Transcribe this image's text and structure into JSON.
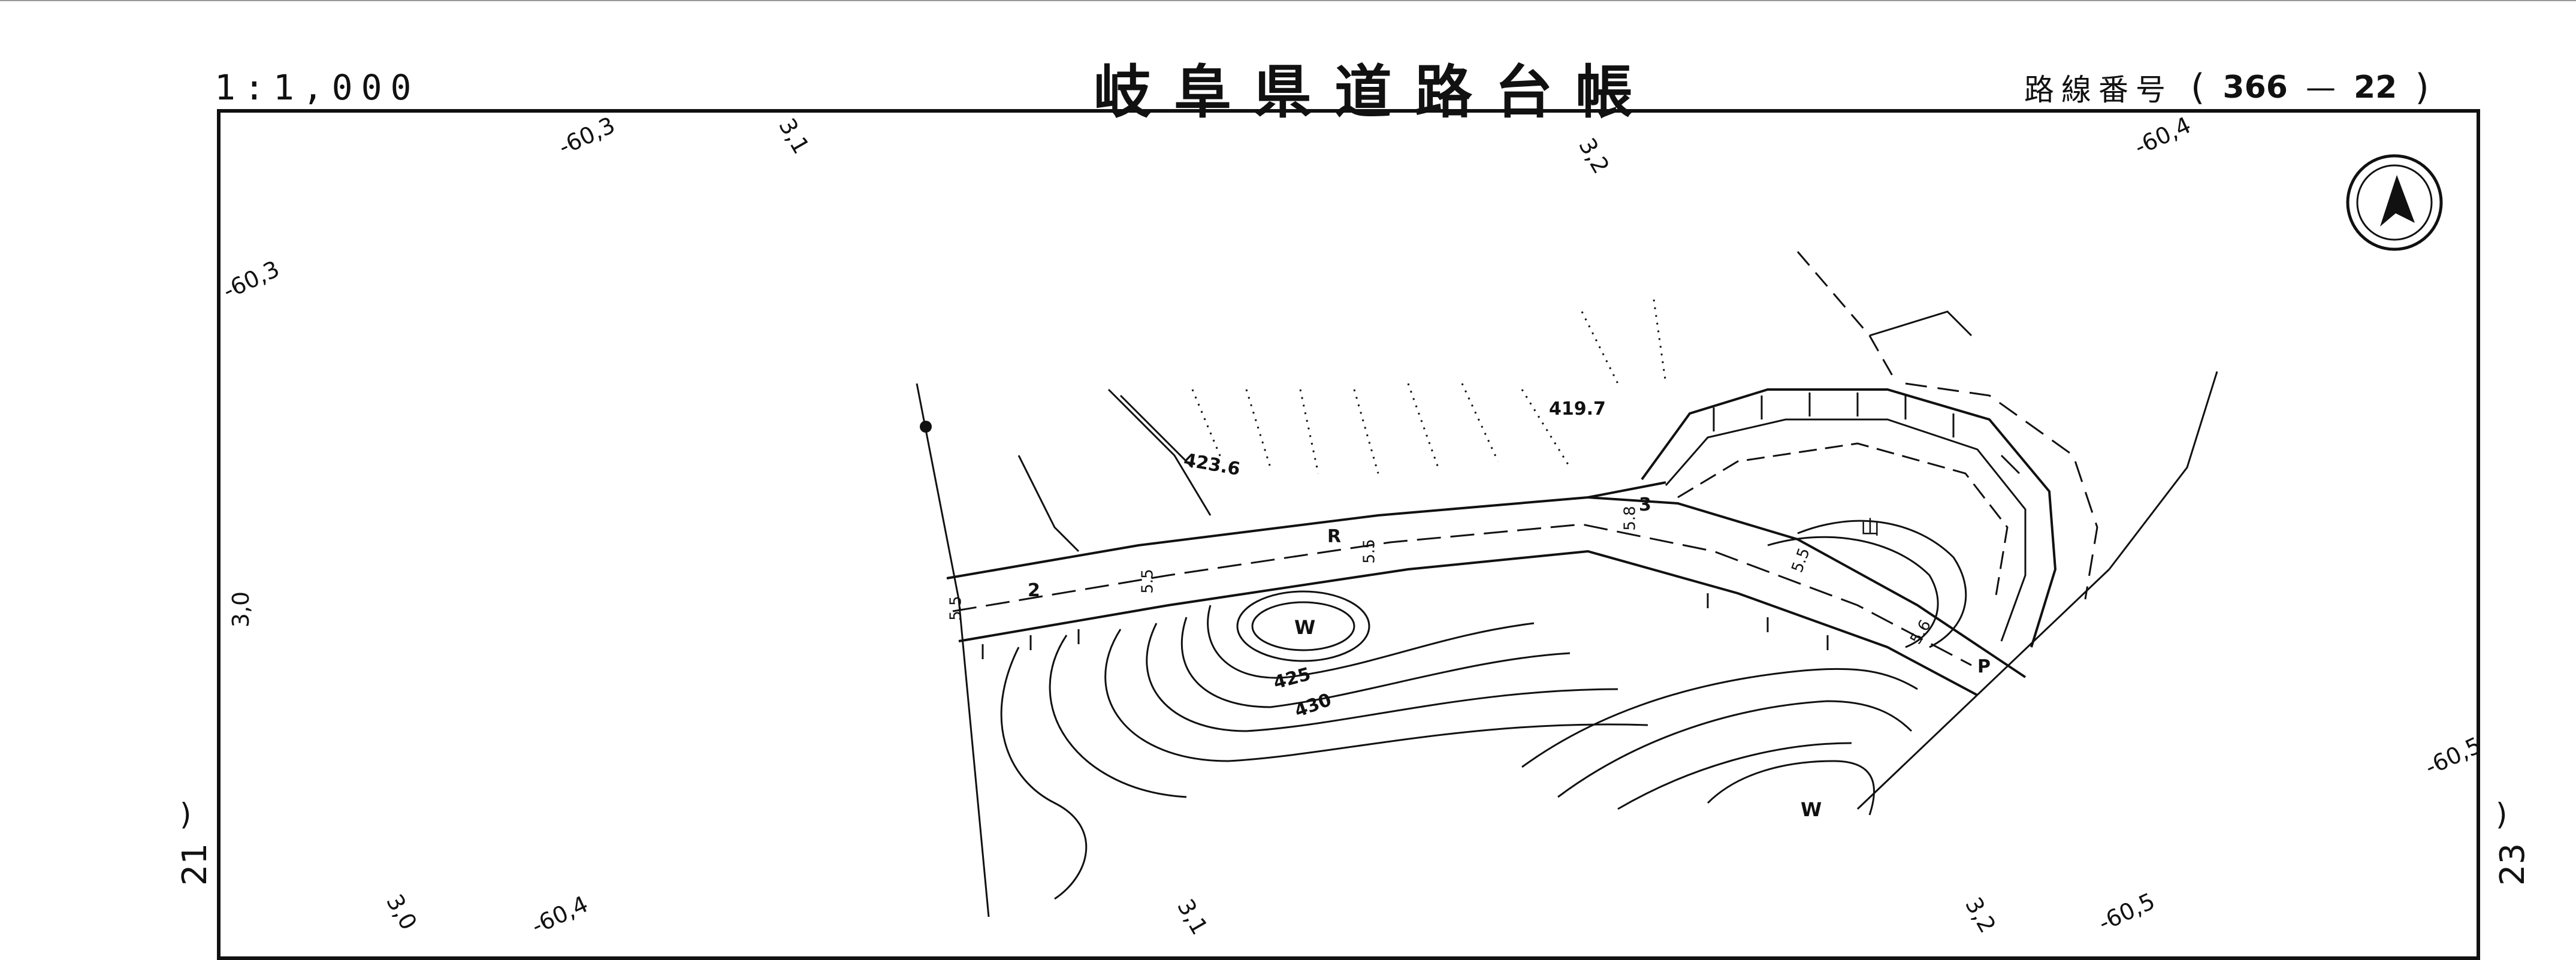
{
  "sheet": {
    "scale": "1:1,000",
    "title": "岐阜県道路台帳",
    "route_label": "路線番号",
    "route_open": "(",
    "route_no": "366",
    "route_dash": "—",
    "sheet_no": "22",
    "route_close": ")",
    "prev_sheet": "21",
    "next_sheet": "23"
  },
  "grid_labels": {
    "top": [
      "-60,3",
      "3,1",
      "3,2",
      "-60,4"
    ],
    "left": [
      "-60,3",
      "3,0"
    ],
    "right": [
      "-60,5"
    ],
    "bottom": [
      "3,0",
      "-60,4",
      "3,1",
      "3,2",
      "-60,5"
    ]
  },
  "map_labels": {
    "elev_1": "423.6",
    "elev_2": "419.7",
    "contour_1": "425",
    "contour_2": "430",
    "pond_1": "W",
    "pond_2": "W",
    "mountain": "山",
    "road_r": "R",
    "road_2": "2",
    "road_3": "3",
    "road_p": "P",
    "width_1": "5.5",
    "width_2": "5.5",
    "width_3": "5.5",
    "width_4": "5.8",
    "width_5": "5.5",
    "width_6": "5.6"
  },
  "icons": {
    "north_arrow": "north-arrow-icon"
  }
}
